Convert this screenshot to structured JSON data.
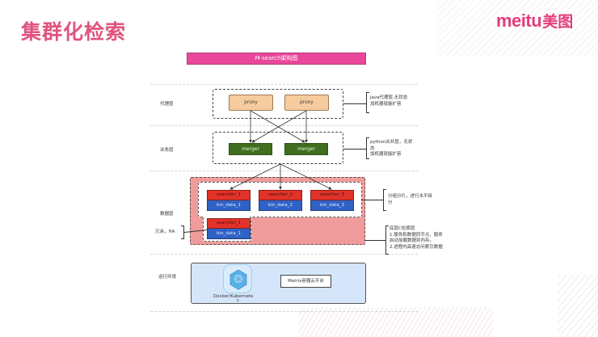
{
  "slide": {
    "title": "集群化检索",
    "logo_latin": "meitu",
    "logo_cjk": "美图"
  },
  "diagram": {
    "header": "M-search架构图",
    "layers": {
      "proxy_layer": "代理层",
      "business_layer": "业务层",
      "data_layer": "数据层",
      "runtime_layer": "运行环境"
    },
    "proxy_nodes": [
      "proxy",
      "proxy"
    ],
    "merger_nodes": [
      "merger",
      "merger"
    ],
    "searchers": [
      {
        "searcher": "searcher_1",
        "data": "bin_data_1"
      },
      {
        "searcher": "searcher_2",
        "data": "bin_data_2"
      },
      {
        "searcher": "searcher_3",
        "data": "bin_data_3"
      }
    ],
    "replica": {
      "searcher": "searcher_1",
      "data": "bin_data_1"
    },
    "replica_note": "冗余，HA",
    "notes": {
      "proxy_line1": "java代理层,无状态",
      "proxy_line2": "加机器就能扩容",
      "merger_line1": "python合并层，无状",
      "merger_line2": "态",
      "merger_line3": "加机器就能扩容",
      "shard_line1": "分组分片，进行水平拆",
      "shard_line2": "分",
      "core_line1": "底层C检索层",
      "core_line2": "1.服务和数据同节点，服务",
      "core_line3": "启动加载数据到内存。",
      "core_line4": "2.进程内高速访问索引数据"
    },
    "runtime": {
      "docker_label": "Docker/Kubernete",
      "docker_label_wrap": "s",
      "matrix_label": "Matrix容器云平台",
      "docker_icon": "kubernetes-cube-icon"
    }
  }
}
